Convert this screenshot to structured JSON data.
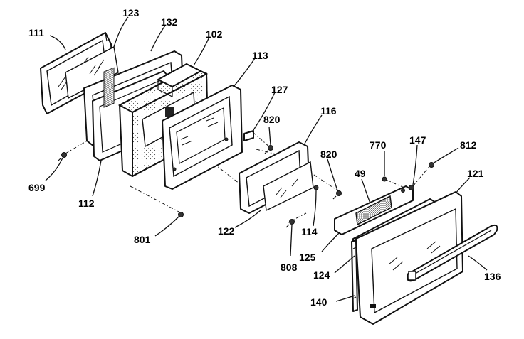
{
  "callouts": {
    "p111": "111",
    "p123": "123",
    "p132": "132",
    "p102": "102",
    "p113": "113",
    "p127": "127",
    "p820a": "820",
    "p116": "116",
    "p820b": "820",
    "p699": "699",
    "p112": "112",
    "p801": "801",
    "p122": "122",
    "p114": "114",
    "p808": "808",
    "p770": "770",
    "p147": "147",
    "p812": "812",
    "p49": "49",
    "p121": "121",
    "p125": "125",
    "p124": "124",
    "p136": "136",
    "p140": "140"
  }
}
